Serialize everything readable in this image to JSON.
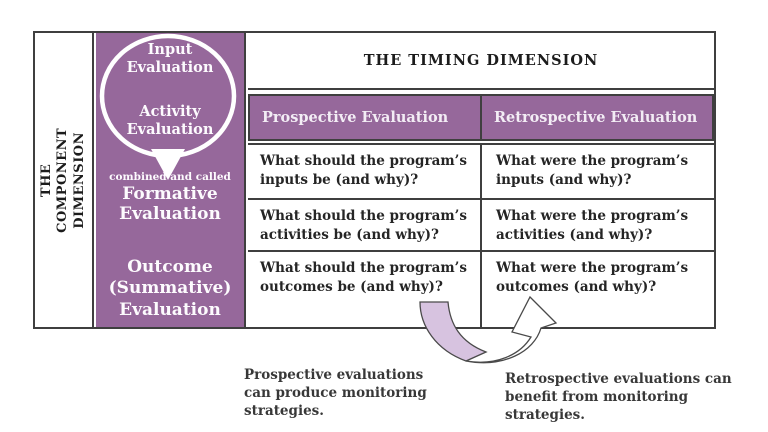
{
  "diagram": {
    "component_axis": "THE COMPONENT DIMENSION",
    "timing_axis": "THE TIMING DIMENSION",
    "bubble": {
      "input": "Input Evaluation",
      "activity": "Activity Evaluation",
      "note": "combined and called",
      "formative": "Formative Evaluation"
    },
    "outcome": "Outcome (Summative) Evaluation",
    "columns": {
      "prospective": "Prospective Evaluation",
      "retrospective": "Retrospective Evaluation"
    },
    "rows": [
      {
        "prospective": "What should the program’s inputs be (and why)?",
        "retrospective": "What were the program’s inputs (and why)?"
      },
      {
        "prospective": "What should the program’s activities be (and why)?",
        "retrospective": "What were the program’s activities (and why)?"
      },
      {
        "prospective": "What should the program’s outcomes be (and why)?",
        "retrospective": "What were the program’s outcomes (and why)?"
      }
    ],
    "captions": {
      "prospective": "Prospective evaluations can produce monitoring strategies.",
      "retrospective": "Retrospective evaluations can benefit from monitoring strategies."
    },
    "colors": {
      "purple": "#96689b",
      "arrow_light_purple": "#d7c3e0",
      "border": "#3f3f3f",
      "text": "#252525",
      "header_text": "#f3edf5"
    }
  }
}
